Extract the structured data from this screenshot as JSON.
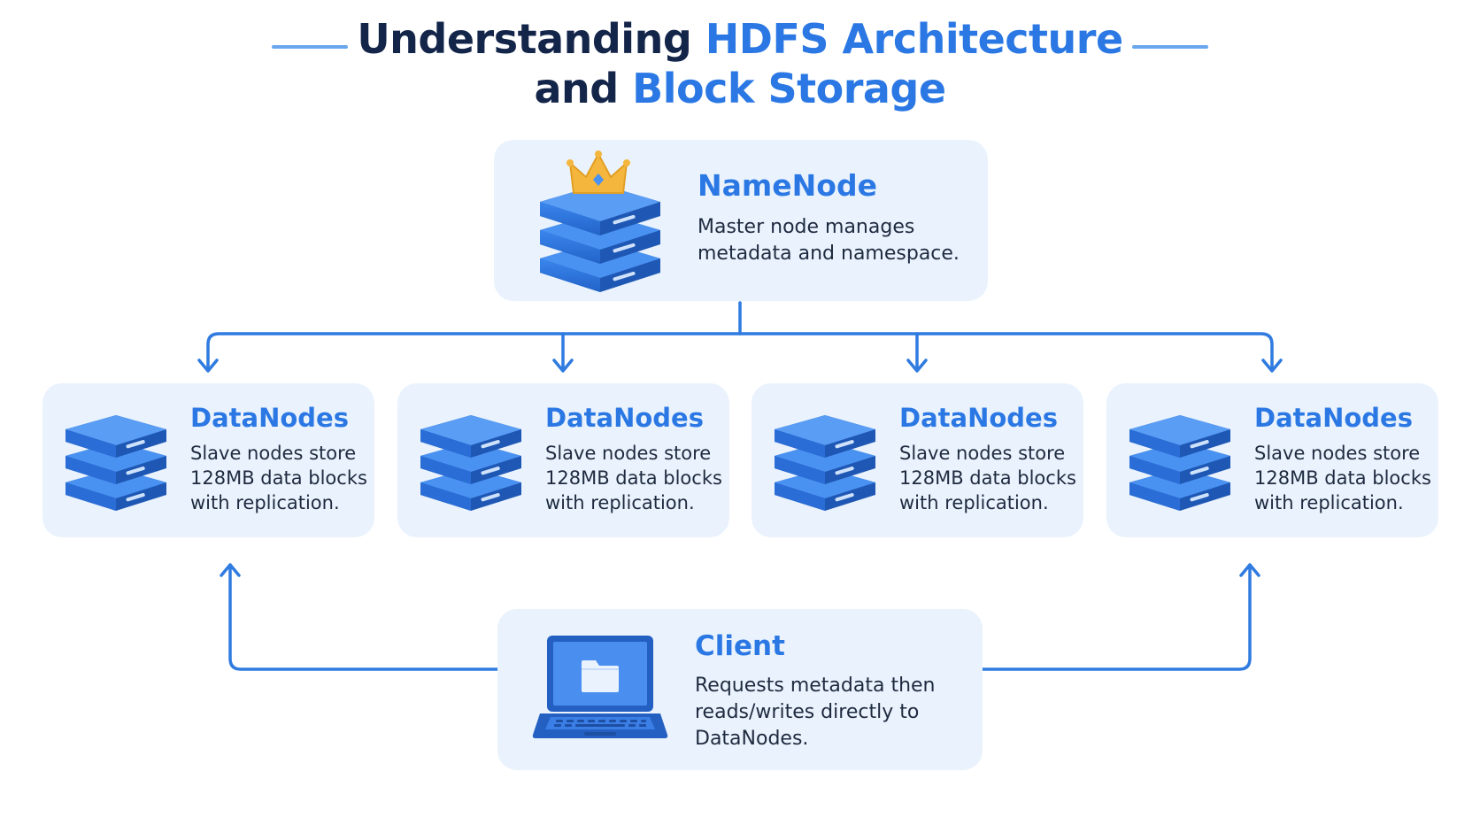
{
  "header": {
    "title_line1_plain": "Understanding ",
    "title_line1_accent": "HDFS Architecture",
    "title_line2_plain": "and ",
    "title_line2_accent": "Block Storage"
  },
  "namenode": {
    "title": "NameNode",
    "description": "Master node manages\nmetadata and namespace.",
    "icon": "server-stack-with-crown-icon"
  },
  "datanodes": [
    {
      "title": "DataNodes",
      "description": "Slave nodes store\n128MB data blocks\nwith replication.",
      "icon": "server-stack-icon"
    },
    {
      "title": "DataNodes",
      "description": "Slave nodes store\n128MB data blocks\nwith replication.",
      "icon": "server-stack-icon"
    },
    {
      "title": "DataNodes",
      "description": "Slave nodes store\n128MB data blocks\nwith replication.",
      "icon": "server-stack-icon"
    },
    {
      "title": "DataNodes",
      "description": "Slave nodes store\n128MB data blocks\nwith replication.",
      "icon": "server-stack-icon"
    }
  ],
  "client": {
    "title": "Client",
    "description": "Requests metadata then\nreads/writes directly to\nDataNodes.",
    "icon": "laptop-folder-icon"
  },
  "colors": {
    "accent": "#2b78e4",
    "heading": "#14254a",
    "card_background": "#eaf3fd",
    "connector": "#2f7be0",
    "crown": "#f4b63d"
  }
}
